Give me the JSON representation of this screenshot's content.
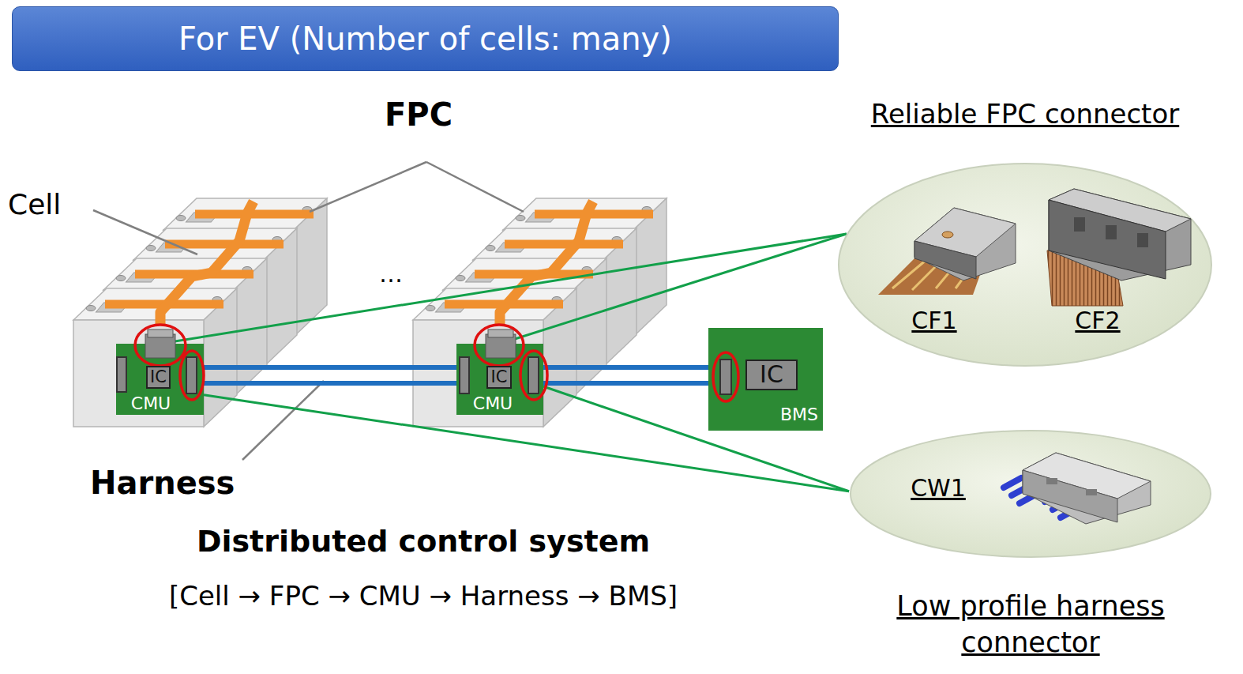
{
  "diagram": {
    "title": "For EV (Number of cells: many)",
    "nodes": [
      {
        "text": [
          "CMU"
        ]
      },
      {
        "text": [
          "IC"
        ],
        "in": 0
      },
      {
        "text": [
          "CMU"
        ]
      },
      {
        "text": [
          "IC"
        ],
        "in": 2
      },
      {
        "text": [
          "BMS"
        ]
      },
      {
        "text": [
          "IC"
        ],
        "in": 4
      },
      {
        "text": [
          "Reliable FPC connector",
          "CF1",
          "CF2"
        ]
      },
      {
        "text": [
          "CW1",
          "Low profile harness connector"
        ]
      }
    ],
    "edges": [
      {
        "from": 0,
        "to": 2,
        "arrow": "none"
      },
      {
        "from": 2,
        "to": 4,
        "arrow": "none"
      },
      {
        "from": 0,
        "to": 6,
        "arrow": "none"
      },
      {
        "from": 2,
        "to": 6,
        "arrow": "none"
      },
      {
        "from": 0,
        "to": 7,
        "arrow": "none"
      },
      {
        "from": 2,
        "to": 7,
        "arrow": "none"
      }
    ],
    "labels": [
      "FPC",
      "Cell",
      "…",
      "Harness",
      "Distributed control system",
      "[Cell → FPC → CMU → Harness → BMS]"
    ]
  }
}
